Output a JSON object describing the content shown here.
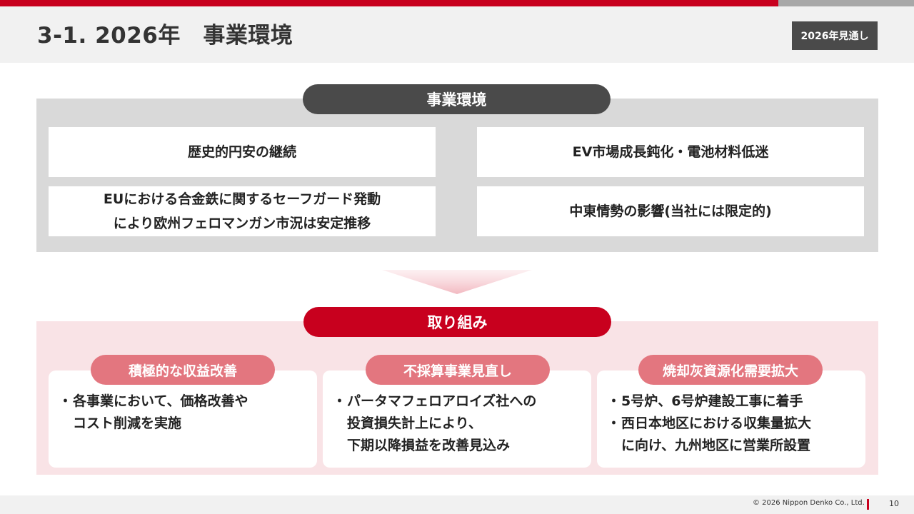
{
  "header": {
    "title": "3-1. 2026年　事業環境",
    "badge": "2026年見通し"
  },
  "environment": {
    "label": "事業環境",
    "items": [
      "歴史的円安の継続",
      "EV市場成長鈍化・電池材料低迷",
      "EUにおける合金鉄に関するセーフガード発動\nにより欧州フェロマンガン市況は安定推移",
      "中東情勢の影響(当社には限定的)"
    ]
  },
  "initiatives": {
    "label": "取り組み",
    "cards": [
      {
        "title": "積極的な収益改善",
        "bullets": [
          "各事業において、価格改善や\nコスト削減を実施"
        ]
      },
      {
        "title": "不採算事業見直し",
        "bullets": [
          "パータマフェロアロイズ社への\n投資損失計上により、\n下期以降損益を改善見込み"
        ]
      },
      {
        "title": "焼却灰資源化需要拡大",
        "bullets": [
          "5号炉、6号炉建設工事に着手",
          "西日本地区における収集量拡大\nに向け、九州地区に営業所設置"
        ]
      }
    ]
  },
  "footer": {
    "copyright": "© 2026 Nippon Denko Co., Ltd.",
    "page": "10"
  },
  "colors": {
    "accent_red": "#c8001e",
    "dark_gray": "#4a4a4a",
    "pink_label": "#e3767f",
    "pink_panel": "#f9e3e6"
  }
}
